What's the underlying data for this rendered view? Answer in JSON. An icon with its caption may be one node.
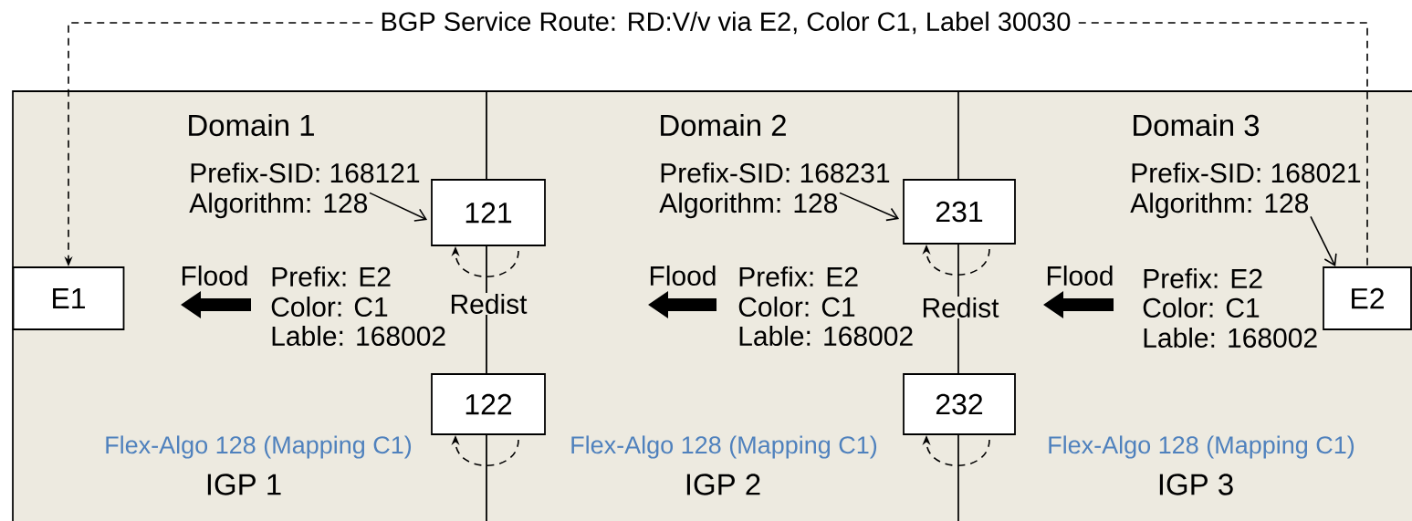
{
  "diagram": {
    "nodes": [
      {
        "text": [
          "E1"
        ]
      },
      {
        "text": [
          "121"
        ]
      },
      {
        "text": [
          "122"
        ]
      },
      {
        "text": [
          "231"
        ]
      },
      {
        "text": [
          "232"
        ]
      },
      {
        "text": [
          "E2"
        ]
      },
      {
        "text": [
          "Prefix-SID: 168121",
          "Algorithm: 128"
        ]
      },
      {
        "text": [
          "Prefix-SID: 168231",
          "Algorithm: 128"
        ]
      },
      {
        "text": [
          "Prefix-SID: 168021",
          "Algorithm: 128"
        ]
      },
      {
        "text": [
          "BGP Service Route: RD:V/v via E2, Color C1, Label 30030"
        ]
      }
    ],
    "edges": [
      {
        "from": 9,
        "to": 0,
        "arrow": "to",
        "style": "dashed"
      },
      {
        "from": 9,
        "to": 5,
        "arrow": "none",
        "style": "dashed"
      },
      {
        "from": 6,
        "to": 1,
        "arrow": "to"
      },
      {
        "from": 7,
        "to": 3,
        "arrow": "to"
      },
      {
        "from": 8,
        "to": 5,
        "arrow": "to"
      },
      {
        "from": null,
        "to": 1,
        "arrow": "to",
        "style": "dashed"
      },
      {
        "from": null,
        "to": 2,
        "arrow": "to",
        "style": "dashed"
      },
      {
        "from": null,
        "to": 3,
        "arrow": "to",
        "style": "dashed"
      },
      {
        "from": null,
        "to": 4,
        "arrow": "to",
        "style": "dashed"
      }
    ],
    "labels": [
      "Domain 1",
      "Domain 2",
      "Domain 3",
      "Flood",
      "Prefix: E2",
      "Color: C1",
      "Lable: 168002",
      "Redist",
      "Flood",
      "Prefix: E2",
      "Color: C1",
      "Lable: 168002",
      "Redist",
      "Flood",
      "Prefix: E2",
      "Color: C1",
      "Lable: 168002",
      "Flex-Algo 128 (Mapping C1)",
      "Flex-Algo 128 (Mapping C1)",
      "Flex-Algo 128 (Mapping C1)",
      "IGP 1",
      "IGP 2",
      "IGP 3"
    ]
  }
}
